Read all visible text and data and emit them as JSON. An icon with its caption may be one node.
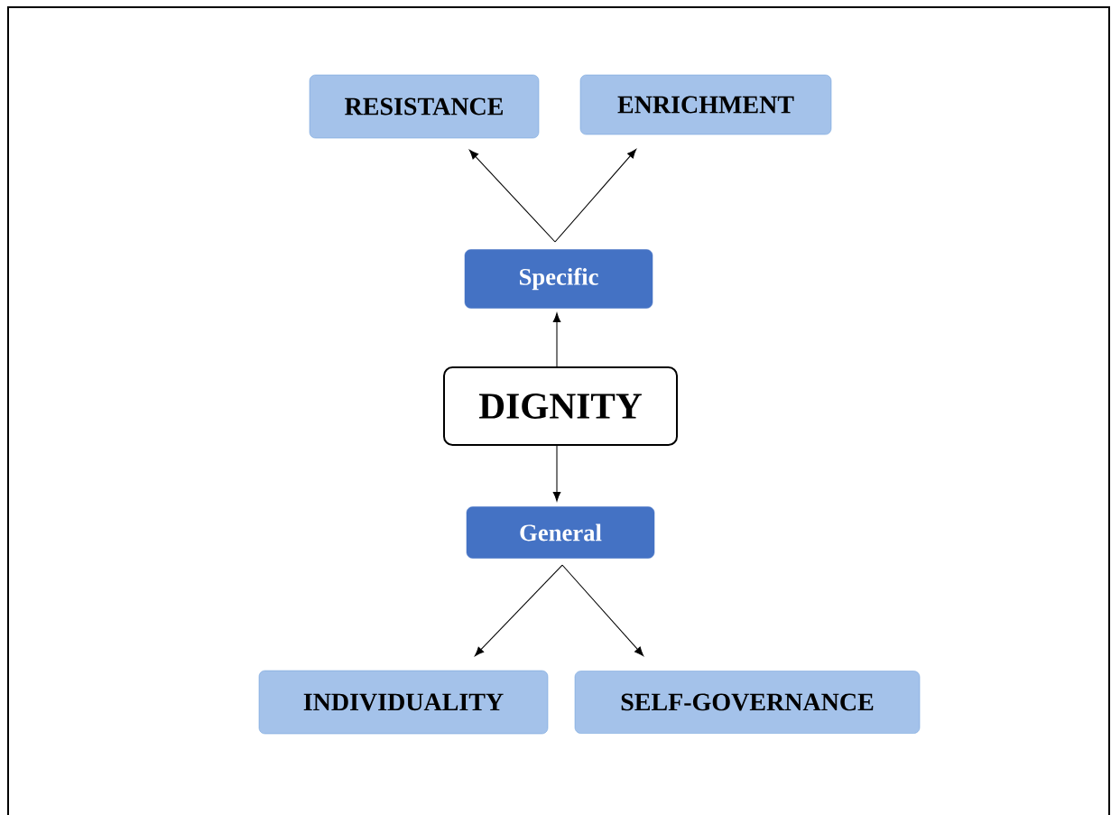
{
  "diagram": {
    "nodes": [
      {
        "text": [
          "RESISTANCE"
        ]
      },
      {
        "text": [
          "ENRICHMENT"
        ]
      },
      {
        "text": [
          "Specific"
        ]
      },
      {
        "text": [
          "DIGNITY"
        ]
      },
      {
        "text": [
          "General"
        ]
      },
      {
        "text": [
          "INDIVIDUALITY"
        ]
      },
      {
        "text": [
          "SELF-GOVERNANCE"
        ]
      }
    ],
    "edges": [
      {
        "from": 3,
        "to": 2,
        "arrow": "to"
      },
      {
        "from": 2,
        "to": 0,
        "arrow": "to"
      },
      {
        "from": 2,
        "to": 1,
        "arrow": "to"
      },
      {
        "from": 3,
        "to": 4,
        "arrow": "to"
      },
      {
        "from": 4,
        "to": 5,
        "arrow": "to"
      },
      {
        "from": 4,
        "to": 6,
        "arrow": "to"
      }
    ]
  }
}
